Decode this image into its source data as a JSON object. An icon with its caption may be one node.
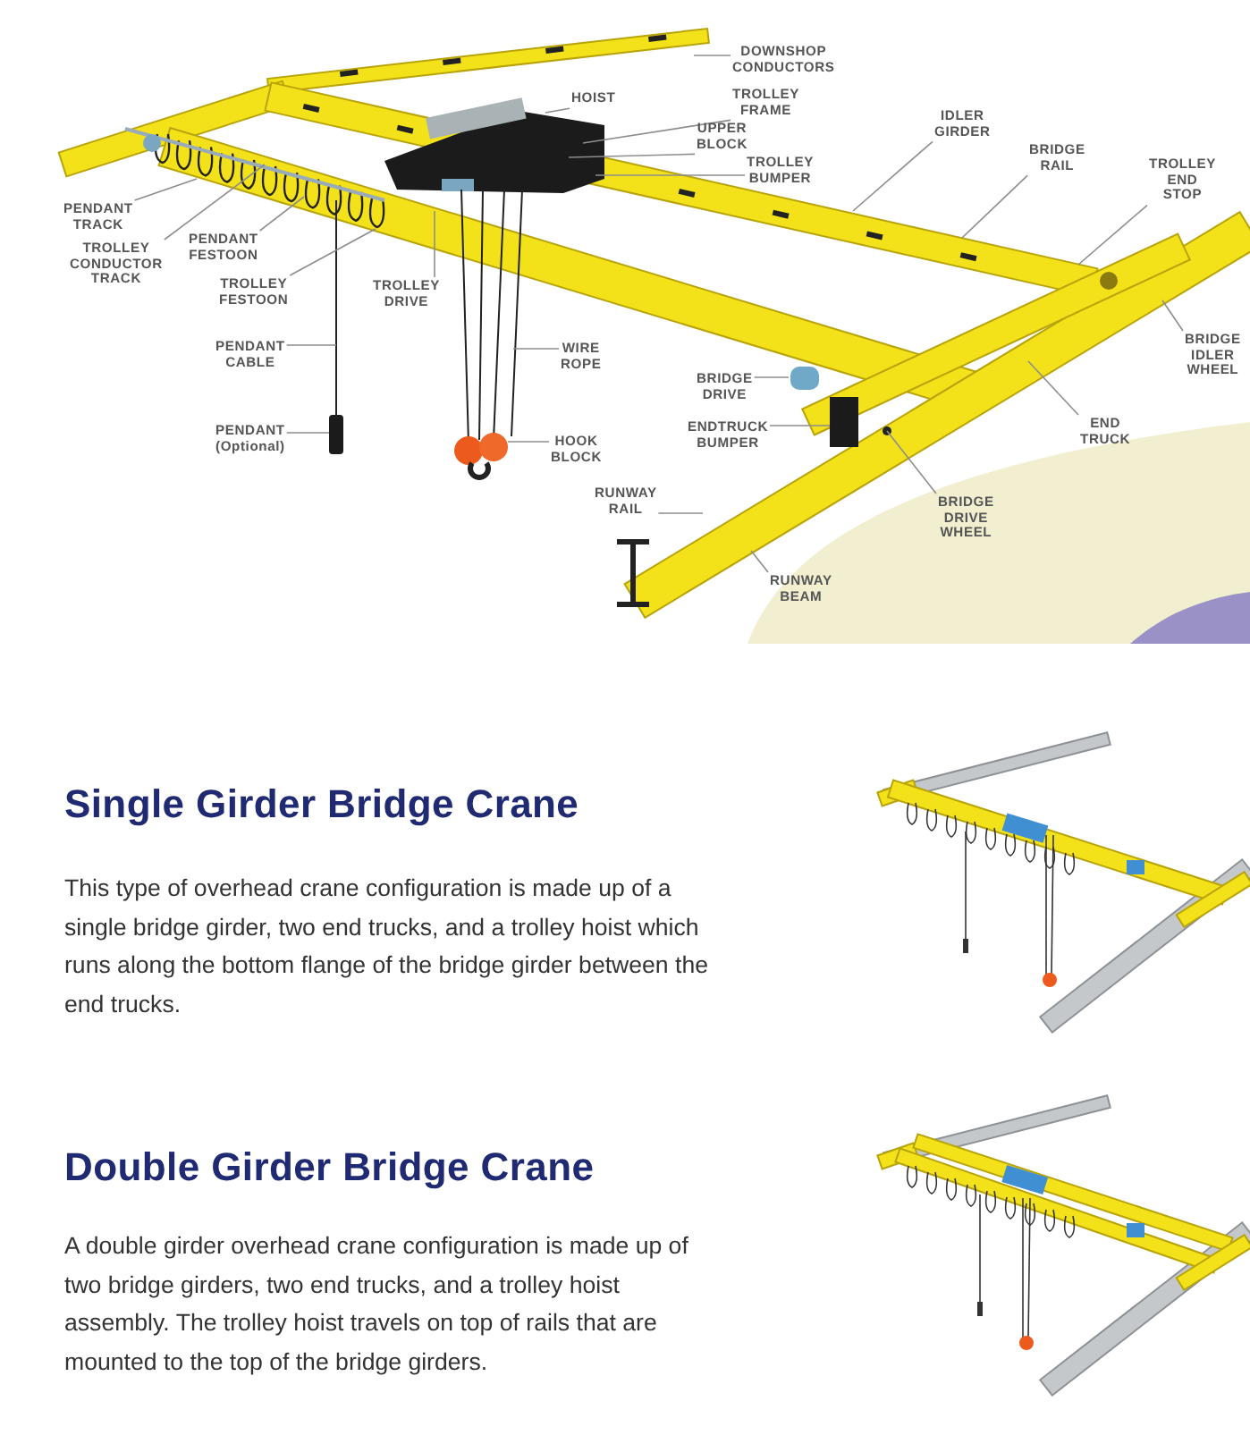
{
  "diagram": {
    "nodes": [
      {
        "text": [
          "DOWNSHOP CONDUCTORS"
        ]
      },
      {
        "text": [
          "HOIST"
        ]
      },
      {
        "text": [
          "TROLLEY FRAME"
        ]
      },
      {
        "text": [
          "UPPER BLOCK"
        ]
      },
      {
        "text": [
          "TROLLEY BUMPER"
        ]
      },
      {
        "text": [
          "IDLER GIRDER"
        ]
      },
      {
        "text": [
          "BRIDGE RAIL"
        ]
      },
      {
        "text": [
          "TROLLEY END STOP"
        ]
      },
      {
        "text": [
          "PENDANT TRACK"
        ]
      },
      {
        "text": [
          "TROLLEY CONDUCTOR TRACK"
        ]
      },
      {
        "text": [
          "PENDANT FESTOON"
        ]
      },
      {
        "text": [
          "TROLLEY FESTOON"
        ]
      },
      {
        "text": [
          "TROLLEY DRIVE"
        ]
      },
      {
        "text": [
          "PENDANT CABLE"
        ]
      },
      {
        "text": [
          "WIRE ROPE"
        ]
      },
      {
        "text": [
          "PENDANT (Optional)"
        ]
      },
      {
        "text": [
          "HOOK BLOCK"
        ]
      },
      {
        "text": [
          "BRIDGE DRIVE"
        ]
      },
      {
        "text": [
          "ENDTRUCK BUMPER"
        ]
      },
      {
        "text": [
          "RUNWAY RAIL"
        ]
      },
      {
        "text": [
          "BRIDGE DRIVE WHEEL"
        ]
      },
      {
        "text": [
          "END TRUCK"
        ]
      },
      {
        "text": [
          "BRIDGE IDLER WHEEL"
        ]
      },
      {
        "text": [
          "RUNWAY BEAM"
        ]
      }
    ],
    "edges": [
      {
        "from": 0,
        "to": null,
        "arrow": "none"
      },
      {
        "from": 1,
        "to": null,
        "arrow": "none"
      },
      {
        "from": 2,
        "to": null,
        "arrow": "none"
      },
      {
        "from": 3,
        "to": null,
        "arrow": "none"
      },
      {
        "from": 4,
        "to": null,
        "arrow": "none"
      },
      {
        "from": 5,
        "to": null,
        "arrow": "none"
      },
      {
        "from": 6,
        "to": null,
        "arrow": "none"
      },
      {
        "from": 7,
        "to": null,
        "arrow": "none"
      },
      {
        "from": 8,
        "to": null,
        "arrow": "none"
      },
      {
        "from": 9,
        "to": null,
        "arrow": "none"
      },
      {
        "from": 10,
        "to": null,
        "arrow": "none"
      },
      {
        "from": 11,
        "to": null,
        "arrow": "none"
      },
      {
        "from": 12,
        "to": null,
        "arrow": "none"
      },
      {
        "from": 13,
        "to": null,
        "arrow": "none"
      },
      {
        "from": 14,
        "to": null,
        "arrow": "none"
      },
      {
        "from": 15,
        "to": null,
        "arrow": "none"
      },
      {
        "from": 16,
        "to": null,
        "arrow": "none"
      },
      {
        "from": 17,
        "to": null,
        "arrow": "none"
      },
      {
        "from": 18,
        "to": null,
        "arrow": "none"
      },
      {
        "from": 19,
        "to": null,
        "arrow": "none"
      },
      {
        "from": 20,
        "to": null,
        "arrow": "none"
      },
      {
        "from": 21,
        "to": null,
        "arrow": "none"
      },
      {
        "from": 22,
        "to": null,
        "arrow": "none"
      },
      {
        "from": 23,
        "to": null,
        "arrow": "none"
      }
    ],
    "labels": [
      "Single Girder Bridge Crane",
      "This type of overhead crane configuration is made up of a single bridge girder, two end trucks, and a trolley hoist which runs along the bottom flange of the bridge girder between the end trucks.",
      "Double Girder Bridge Crane",
      "A double girder overhead crane configuration is made up of two bridge girders, two end trucks, and a trolley hoist assembly. The trolley hoist travels on top of rails that are mounted to the top of the bridge girders."
    ]
  }
}
